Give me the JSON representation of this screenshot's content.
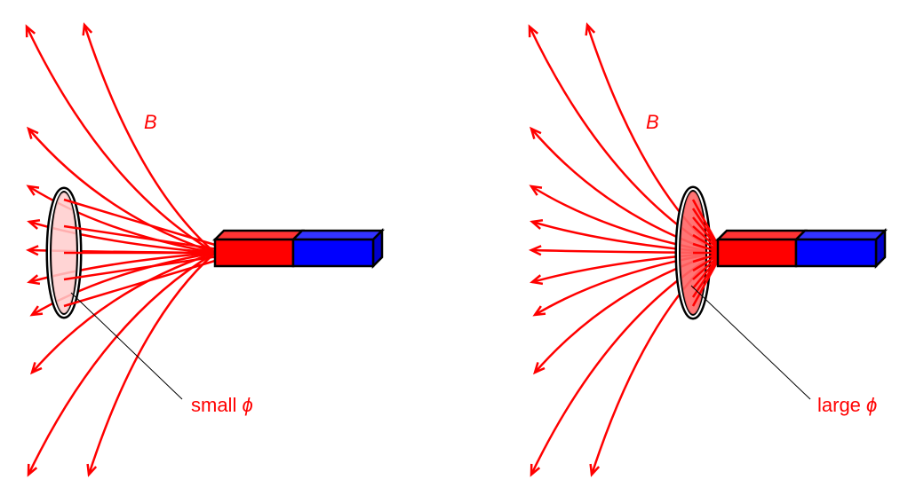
{
  "panels": [
    {
      "field_label": "B",
      "flux_text": "small",
      "flux_symbol": "ϕ",
      "loop_fill": "#ffcccc"
    },
    {
      "field_label": "B",
      "flux_text": "large",
      "flux_symbol": "ϕ",
      "loop_fill": "#ff6666"
    }
  ],
  "colors": {
    "field": "#ff0000",
    "north": "#ff0000",
    "north_top": "#ff3333",
    "south": "#0000ff",
    "south_top": "#3333ff",
    "south_side": "#0000cc"
  }
}
